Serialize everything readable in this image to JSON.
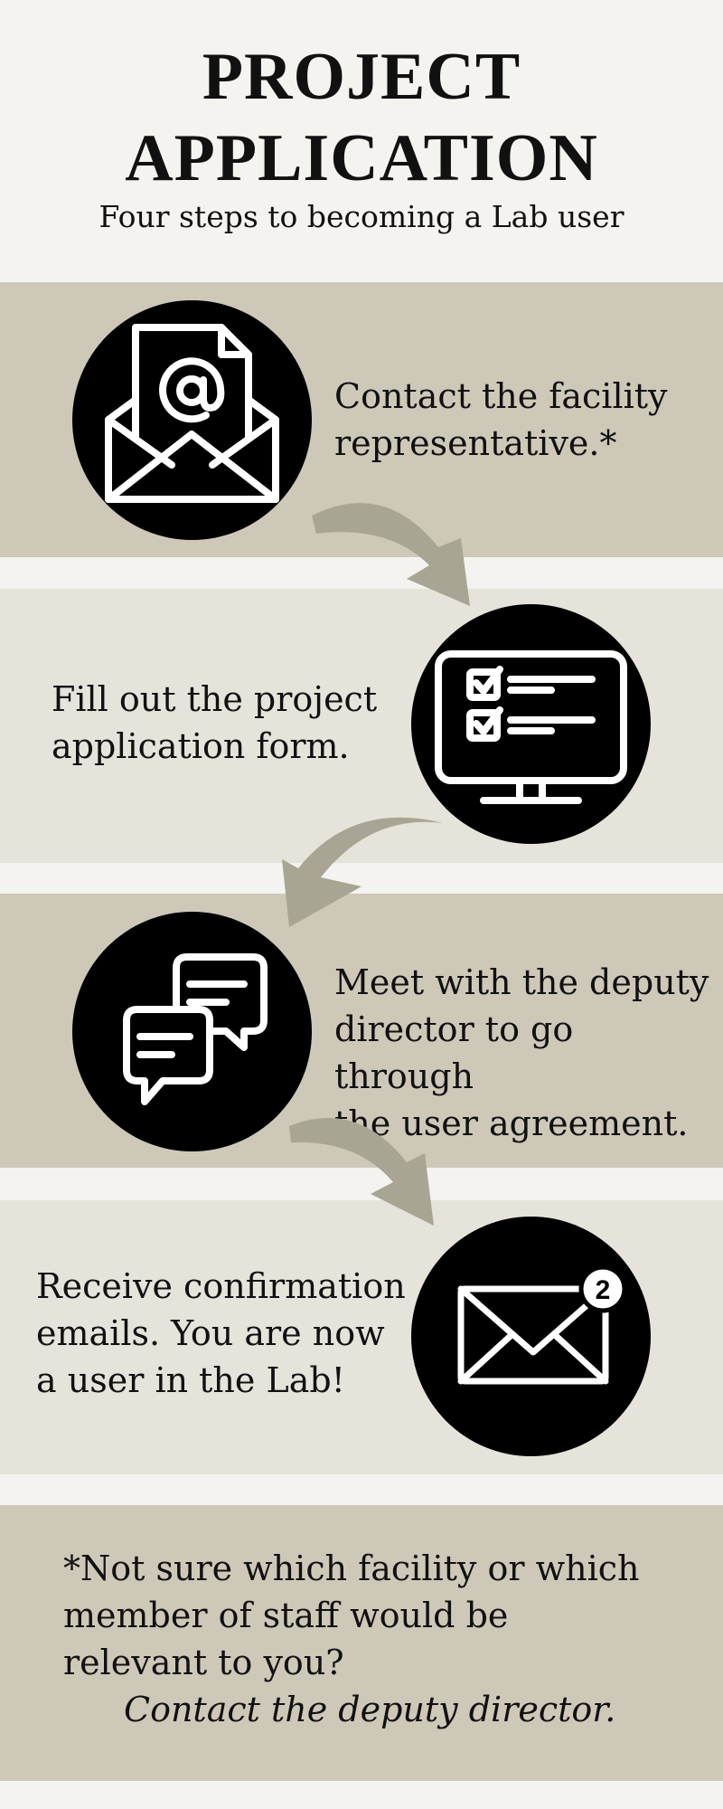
{
  "header": {
    "title_line1": "PROJECT",
    "title_line2": "APPLICATION",
    "subtitle": "Four steps to becoming a Lab user"
  },
  "steps": [
    {
      "icon": "email-at-icon",
      "line1": "Contact the facility",
      "line2": "representative.*"
    },
    {
      "icon": "monitor-checklist-icon",
      "line1": "Fill out the project",
      "line2": "application form."
    },
    {
      "icon": "chat-bubbles-icon",
      "line1": "Meet with the deputy",
      "line2": "director to go through",
      "line3": "the user agreement."
    },
    {
      "icon": "mail-notification-icon",
      "badge": "2",
      "line1": "Receive confirmation",
      "line2": "emails. You are now",
      "line3": "a user in the Lab!"
    }
  ],
  "note": {
    "line1": "*Not sure which facility or which",
    "line2": "member of staff would be",
    "line3": "relevant to you?",
    "contact": "Contact the deputy director."
  },
  "colors": {
    "band_dark": "#cdc8b8",
    "band_light": "#e5e3da",
    "page_background": "#f4f3ef",
    "arrow": "#a8a594",
    "icon_circle": "#000000"
  }
}
